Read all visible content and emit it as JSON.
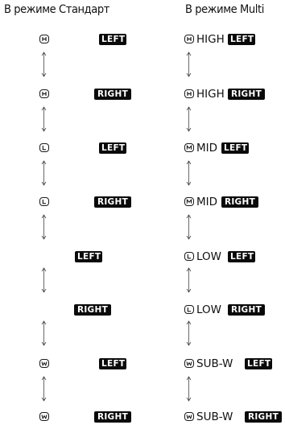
{
  "headers": {
    "left": "В режиме Стандарт",
    "right": "В режиме Multi"
  },
  "badges": {
    "left": "LEFT",
    "right": "RIGHT"
  },
  "icons": {
    "high": "H",
    "low": "L",
    "mid": "M",
    "woofer": "W"
  },
  "standard_rows": [
    {
      "icon": "high-icon",
      "badge": "LEFT"
    },
    {
      "icon": "high-icon",
      "badge": "RIGHT"
    },
    {
      "icon": "low-icon",
      "badge": "LEFT"
    },
    {
      "icon": "low-icon",
      "badge": "RIGHT"
    },
    {
      "icon": "",
      "badge": "LEFT"
    },
    {
      "icon": "",
      "badge": "RIGHT"
    },
    {
      "icon": "woofer-icon",
      "badge": "LEFT"
    },
    {
      "icon": "woofer-icon",
      "badge": "RIGHT"
    }
  ],
  "multi_rows": [
    {
      "icon": "high-icon",
      "label": "HIGH",
      "badge": "LEFT"
    },
    {
      "icon": "high-icon",
      "label": "HIGH",
      "badge": "RIGHT"
    },
    {
      "icon": "mid-icon",
      "label": "MID",
      "badge": "LEFT"
    },
    {
      "icon": "mid-icon",
      "label": "MID",
      "badge": "RIGHT"
    },
    {
      "icon": "low-icon",
      "label": "LOW",
      "badge": "LEFT"
    },
    {
      "icon": "low-icon",
      "label": "LOW",
      "badge": "RIGHT"
    },
    {
      "icon": "woofer-icon",
      "label": "SUB-W",
      "badge": "LEFT"
    },
    {
      "icon": "woofer-icon",
      "label": "SUB-W",
      "badge": "RIGHT"
    }
  ]
}
